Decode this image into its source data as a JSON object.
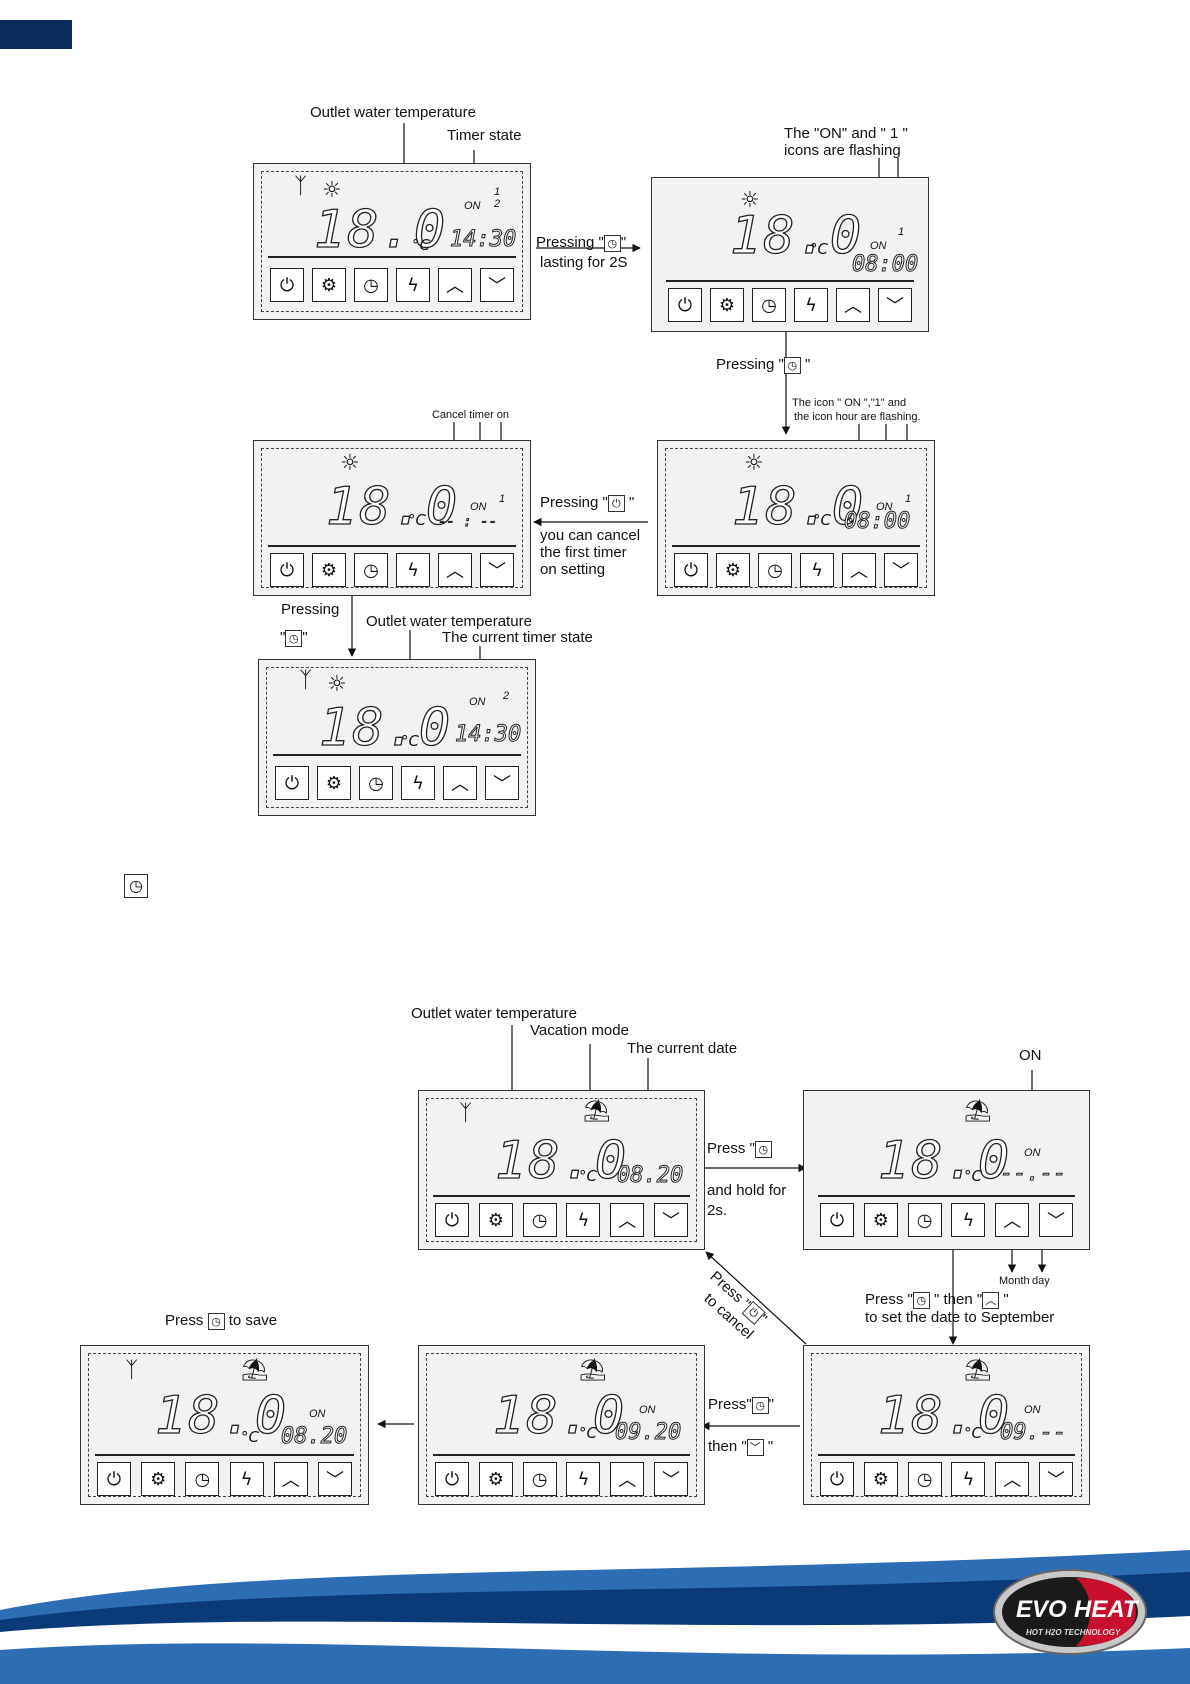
{
  "icons": {
    "sun": "sun-icon",
    "fan": "fan-icon",
    "vacation": "beach-umbrella-icon",
    "power": "power-icon",
    "mode": "mode-icon",
    "clock": "clock-icon",
    "heat": "lightning-icon",
    "up": "up-arrow-icon",
    "down": "down-arrow-icon"
  },
  "colors": {
    "header_block": "#0b2d5b",
    "wave_dark": "#0b3a78",
    "wave_light": "#2c6db3"
  },
  "lcd": {
    "temp": "18.0",
    "unit": "°C",
    "on": "ON",
    "one": "1",
    "two": "2"
  },
  "timer": {
    "labels": {
      "outlet1": "Outlet water temperature",
      "timer_state": "Timer state",
      "flashing1": "The \"ON\" and \" 1 \"",
      "flashing2": "icons are flashing",
      "press2s_pre": "Pressing \"",
      "press2s_post": "\"",
      "lasting": "lasting for 2S",
      "press_clock_pre": "Pressing \"",
      "press_clock_post": " \"",
      "hour_flash1": "The icon \" ON \",\"1\" and",
      "hour_flash2": "the icon hour are flashing.",
      "cancel_timer": "Cancel timer on",
      "press_power_pre": "Pressing \"",
      "press_power_post": " \"",
      "cancel1": "you can cancel",
      "cancel2": "the first timer",
      "cancel3": "on setting",
      "pressing": "Pressing",
      "quote_open": "\"",
      "quote_close": "\"",
      "outlet2": "Outlet water temperature",
      "current_state": "The current timer state"
    },
    "screens": {
      "s1": {
        "clock": "14:30"
      },
      "s2": {
        "clock": "08:00"
      },
      "s3": {
        "clock": "08:00"
      },
      "s4": {
        "clock": "-- : --"
      },
      "s5": {
        "clock": "14:30"
      }
    }
  },
  "vacation": {
    "labels": {
      "outlet": "Outlet water temperature",
      "vacation_mode": "Vacation mode",
      "current_date": "The current date",
      "on": "ON",
      "press_pre": "Press \"",
      "hold1": "and hold for",
      "hold2": "2s.",
      "press_cancel": "Press \"",
      "to_cancel": "to cancel",
      "cancel_close": "\"",
      "month": "Month",
      "day": "day",
      "set_pre": "Press \"",
      "set_mid": " \" then \"",
      "set_post": " \"",
      "set_line2": "to set the date to September",
      "press_sm_pre": "Press\"",
      "press_sm_post": "\"",
      "then_pre": "then \"",
      "then_post": " \"",
      "save_pre": "Press",
      "save_post": "to save"
    },
    "screens": {
      "v1": {
        "date": "08.20"
      },
      "v2": {
        "date": "--.--"
      },
      "v3": {
        "date": "09.--"
      },
      "v4": {
        "date": "09.20"
      },
      "v5": {
        "date": "08.20"
      }
    }
  },
  "footer": {
    "brand_left": "EVO",
    "brand_right": "HEAT",
    "tagline": "HOT H2O TECHNOLOGY"
  }
}
